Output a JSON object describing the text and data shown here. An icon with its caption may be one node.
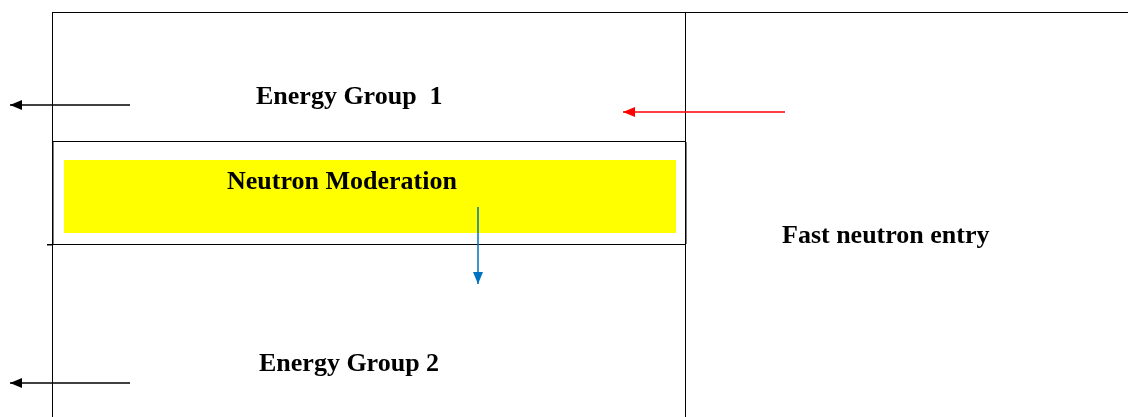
{
  "diagram": {
    "nodes": [
      {
        "text": [
          "Energy Group  1"
        ]
      },
      {
        "text": [
          "Neutron Moderation"
        ]
      },
      {
        "text": [
          "Energy Group 2"
        ]
      },
      {
        "text": [
          "Fast neutron entry"
        ]
      }
    ],
    "edges": [
      {
        "from": 0,
        "to": null,
        "arrow": "to"
      },
      {
        "from": 3,
        "to": 0,
        "arrow": "to",
        "color": "#ff0000"
      },
      {
        "from": 1,
        "to": 2,
        "arrow": "to",
        "color": "#0070c0"
      },
      {
        "from": 2,
        "to": null,
        "arrow": "to"
      }
    ]
  }
}
